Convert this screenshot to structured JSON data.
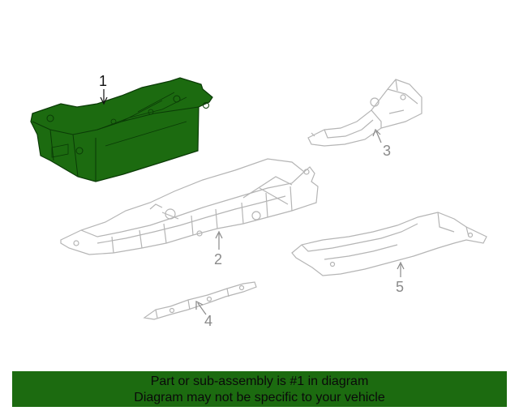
{
  "diagram": {
    "callouts": [
      "1",
      "2",
      "3",
      "4",
      "5"
    ],
    "highlighted_part": "1",
    "colors": {
      "highlight": "#1c6b10",
      "outline": "#b5b5b5",
      "callout_highlight": "#111111",
      "callout_normal": "#8a8a8a"
    }
  },
  "banner": {
    "line1": "Part or sub-assembly is #1 in diagram",
    "line2": "Diagram may not be specific to your vehicle",
    "color": "#1c6b10"
  }
}
